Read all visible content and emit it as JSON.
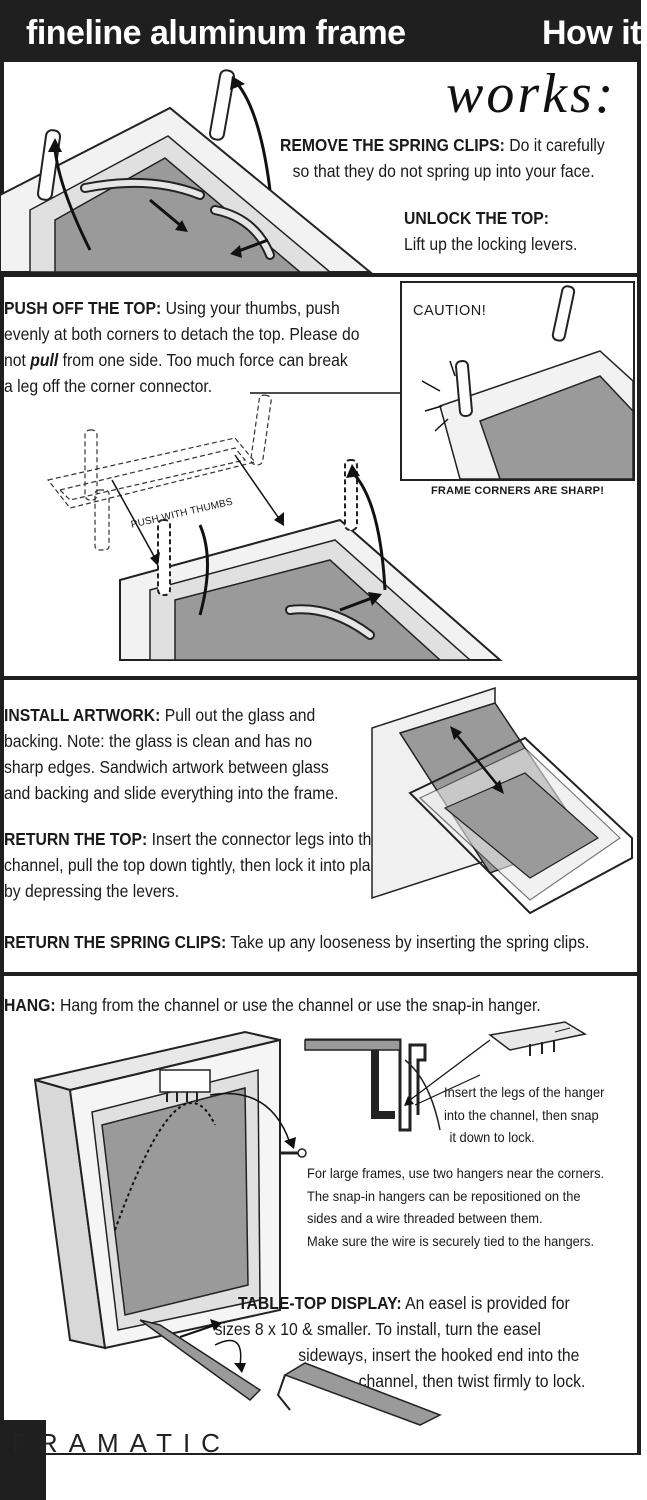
{
  "header": {
    "title": "fineline aluminum frame",
    "how_it": "How it",
    "works": "works:"
  },
  "steps": {
    "remove_clips": {
      "heading": "REMOVE THE SPRING CLIPS:",
      "line1": "Do it carefully",
      "line2": "so that they do not spring up into your face."
    },
    "unlock_top": {
      "heading": "UNLOCK THE TOP:",
      "line1": "Lift up the locking levers."
    },
    "push_off": {
      "heading": "PUSH OFF THE TOP:",
      "line1": "Using your thumbs, push",
      "line2": "evenly at both corners to detach the top. Please do",
      "line3a": "not ",
      "line3b": "pull",
      "line3c": " from one side. Too much force can break",
      "line4": "a leg off the corner connector."
    },
    "install": {
      "heading": "INSTALL ARTWORK:",
      "line1": "Pull out the glass and",
      "line2": "backing. Note: the glass is clean and has no",
      "line3": "sharp edges. Sandwich artwork between glass",
      "line4": "and backing and slide everything into the frame."
    },
    "return_top": {
      "heading": "RETURN THE TOP:",
      "line1": "Insert the connector legs into the",
      "line2": "channel, pull the top down tightly, then lock it into place",
      "line3": "by depressing the levers."
    },
    "return_clips": {
      "heading": "RETURN THE SPRING CLIPS:",
      "line1": "Take up any looseness by inserting the spring clips."
    },
    "hang": {
      "heading": "HANG:",
      "line1": "Hang from the channel or use the channel or use the snap-in hanger."
    },
    "table_top": {
      "heading": "TABLE-TOP DISPLAY:",
      "line1": "An easel is provided for",
      "line2": "sizes 8 x 10 & smaller. To install, turn the easel",
      "line3": "sideways, insert the hooked end into the",
      "line4": "channel, then twist firmly to lock."
    }
  },
  "callouts": {
    "caution": "CAUTION!",
    "sharp": "FRAME CORNERS ARE SHARP!",
    "push_thumbs": "PUSH WITH THUMBS",
    "hanger_legs": [
      "Insert the legs of the hanger",
      "into the channel, then snap",
      "it down to lock."
    ],
    "large_frames": [
      "For large frames, use two hangers near the corners.",
      "The snap-in hangers can be repositioned on the",
      "sides and a wire threaded between them.",
      "Make sure the wire is securely tied to the hangers."
    ]
  },
  "brand": {
    "logo": "FRAMATIC"
  },
  "colors": {
    "dark": "#1f1f1f",
    "gray_fill": "#9a9a9a",
    "light_fill": "#e6e6e6"
  }
}
